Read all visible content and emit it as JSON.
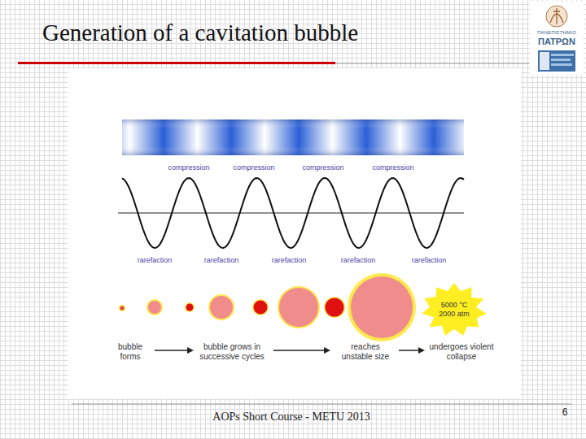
{
  "diagram": {
    "title": "Generation of a cavitation bubble",
    "nodes": [
      {
        "text": [
          "5000 °C 2000 atm"
        ]
      }
    ],
    "labels": [
      "compression",
      "compression",
      "compression",
      "compression",
      "rarefaction",
      "rarefaction",
      "rarefaction",
      "rarefaction",
      "rarefaction",
      "bubble forms",
      "bubble grows in successive cycles",
      "reaches unstable size",
      "undergoes violent collapse",
      "AOPs Short Course - METU 2013",
      "6",
      "ΠΑΝΕΠΙΣΤΗΜΙΟ",
      "ΠΑΤΡΩΝ"
    ]
  }
}
